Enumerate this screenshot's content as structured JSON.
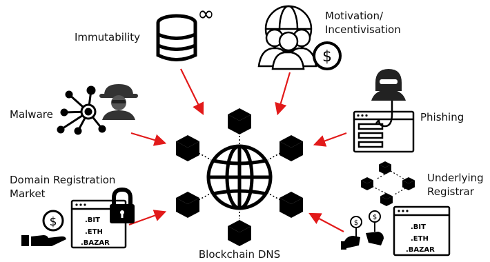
{
  "labels": {
    "immutability": "Immutability",
    "infinity": "∞",
    "motivation_line1": "Motivation/",
    "motivation_line2": "Incentivisation",
    "dollar": "$",
    "malware": "Malware",
    "phishing": "Phishing",
    "domain_market_line1": "Domain Registration",
    "domain_market_line2": "Market",
    "underlying_line1": "Underlying",
    "underlying_line2": "Registrar",
    "center": "Blockchain DNS"
  },
  "tld_left": [
    ".BIT",
    ".ETH",
    ".BAZAR"
  ],
  "tld_right": [
    ".BIT",
    ".ETH",
    ".BAZAR"
  ],
  "colors": {
    "arrow": "#e21a1a",
    "ink": "#000000",
    "background": "#ffffff"
  },
  "icons": [
    "database-icon",
    "group-people-icon",
    "dollar-coin-icon",
    "virus-network-icon",
    "hacker-icon",
    "phishing-hook-icon",
    "padlock-icon",
    "hand-money-icon",
    "blockchain-network-icon",
    "browser-window-icon",
    "globe-icon",
    "cube-icon"
  ]
}
